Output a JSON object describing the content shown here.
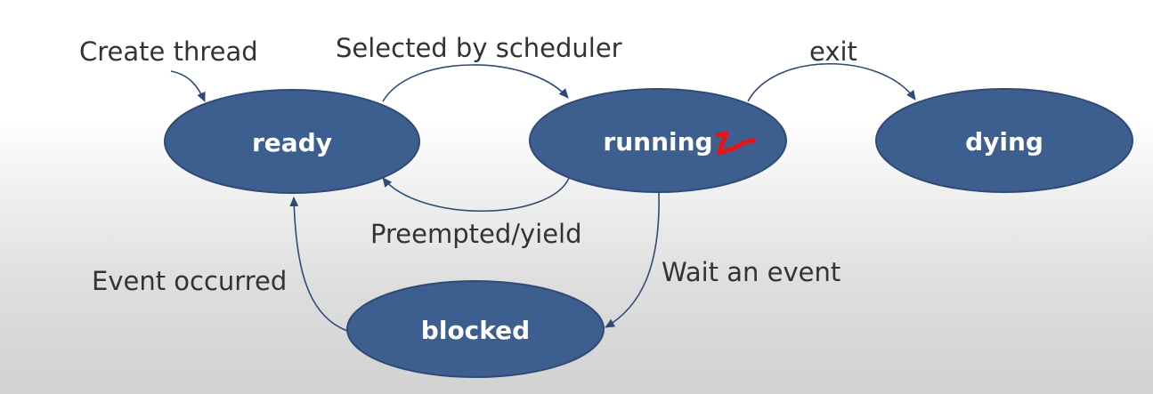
{
  "states": {
    "ready": "ready",
    "running": "running",
    "dying": "dying",
    "blocked": "blocked"
  },
  "transitions": {
    "create_thread": "Create thread",
    "selected_by_scheduler": "Selected by scheduler",
    "exit": "exit",
    "preempted_yield": "Preempted/yield",
    "wait_an_event": "Wait an event",
    "event_occurred": "Event occurred"
  },
  "colors": {
    "state_fill": "#3d5f8f",
    "state_text": "#ffffff",
    "edge": "#2f4b75",
    "annotation": "#ee1111"
  }
}
